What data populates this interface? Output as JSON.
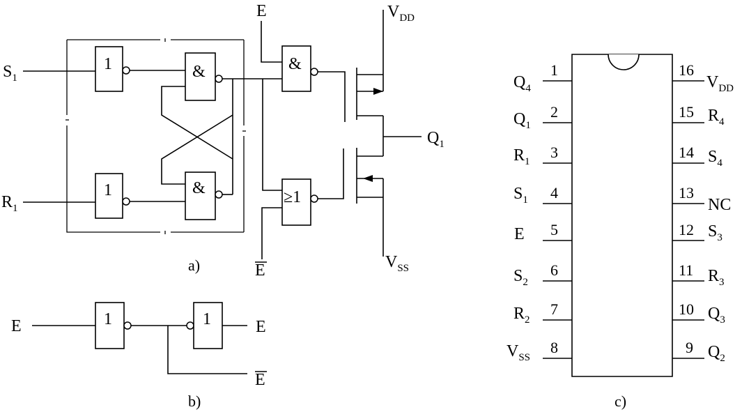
{
  "colors": {
    "ink": "#000000",
    "paper": "#ffffff"
  },
  "fig_a": {
    "caption": "a)",
    "inputs": [
      {
        "base": "S",
        "sub": "1"
      },
      {
        "base": "R",
        "sub": "1"
      }
    ],
    "output": {
      "base": "Q",
      "sub": "1"
    },
    "enable": "E",
    "enable_bar": "E",
    "vdd": {
      "base": "V",
      "sub": "DD"
    },
    "vss": {
      "base": "V",
      "sub": "SS"
    },
    "gate_symbols": {
      "not": "1",
      "and": "&",
      "or": "≥1"
    }
  },
  "fig_b": {
    "caption": "b)",
    "input": "E",
    "output": "E",
    "output_bar": "E",
    "gate_symbol": "1"
  },
  "fig_c": {
    "caption": "c)",
    "left_pins": [
      {
        "num": "1",
        "base": "Q",
        "sub": "4"
      },
      {
        "num": "2",
        "base": "Q",
        "sub": "1"
      },
      {
        "num": "3",
        "base": "R",
        "sub": "1"
      },
      {
        "num": "4",
        "base": "S",
        "sub": "1"
      },
      {
        "num": "5",
        "base": "E",
        "sub": ""
      },
      {
        "num": "6",
        "base": "S",
        "sub": "2"
      },
      {
        "num": "7",
        "base": "R",
        "sub": "2"
      },
      {
        "num": "8",
        "base": "V",
        "sub": "SS"
      }
    ],
    "right_pins": [
      {
        "num": "16",
        "base": "V",
        "sub": "DD"
      },
      {
        "num": "15",
        "base": "R",
        "sub": "4"
      },
      {
        "num": "14",
        "base": "S",
        "sub": "4"
      },
      {
        "num": "13",
        "base": "NC",
        "sub": ""
      },
      {
        "num": "12",
        "base": "S",
        "sub": "3"
      },
      {
        "num": "11",
        "base": "R",
        "sub": "3"
      },
      {
        "num": "10",
        "base": "Q",
        "sub": "3"
      },
      {
        "num": "9",
        "base": "Q",
        "sub": "2"
      }
    ]
  }
}
